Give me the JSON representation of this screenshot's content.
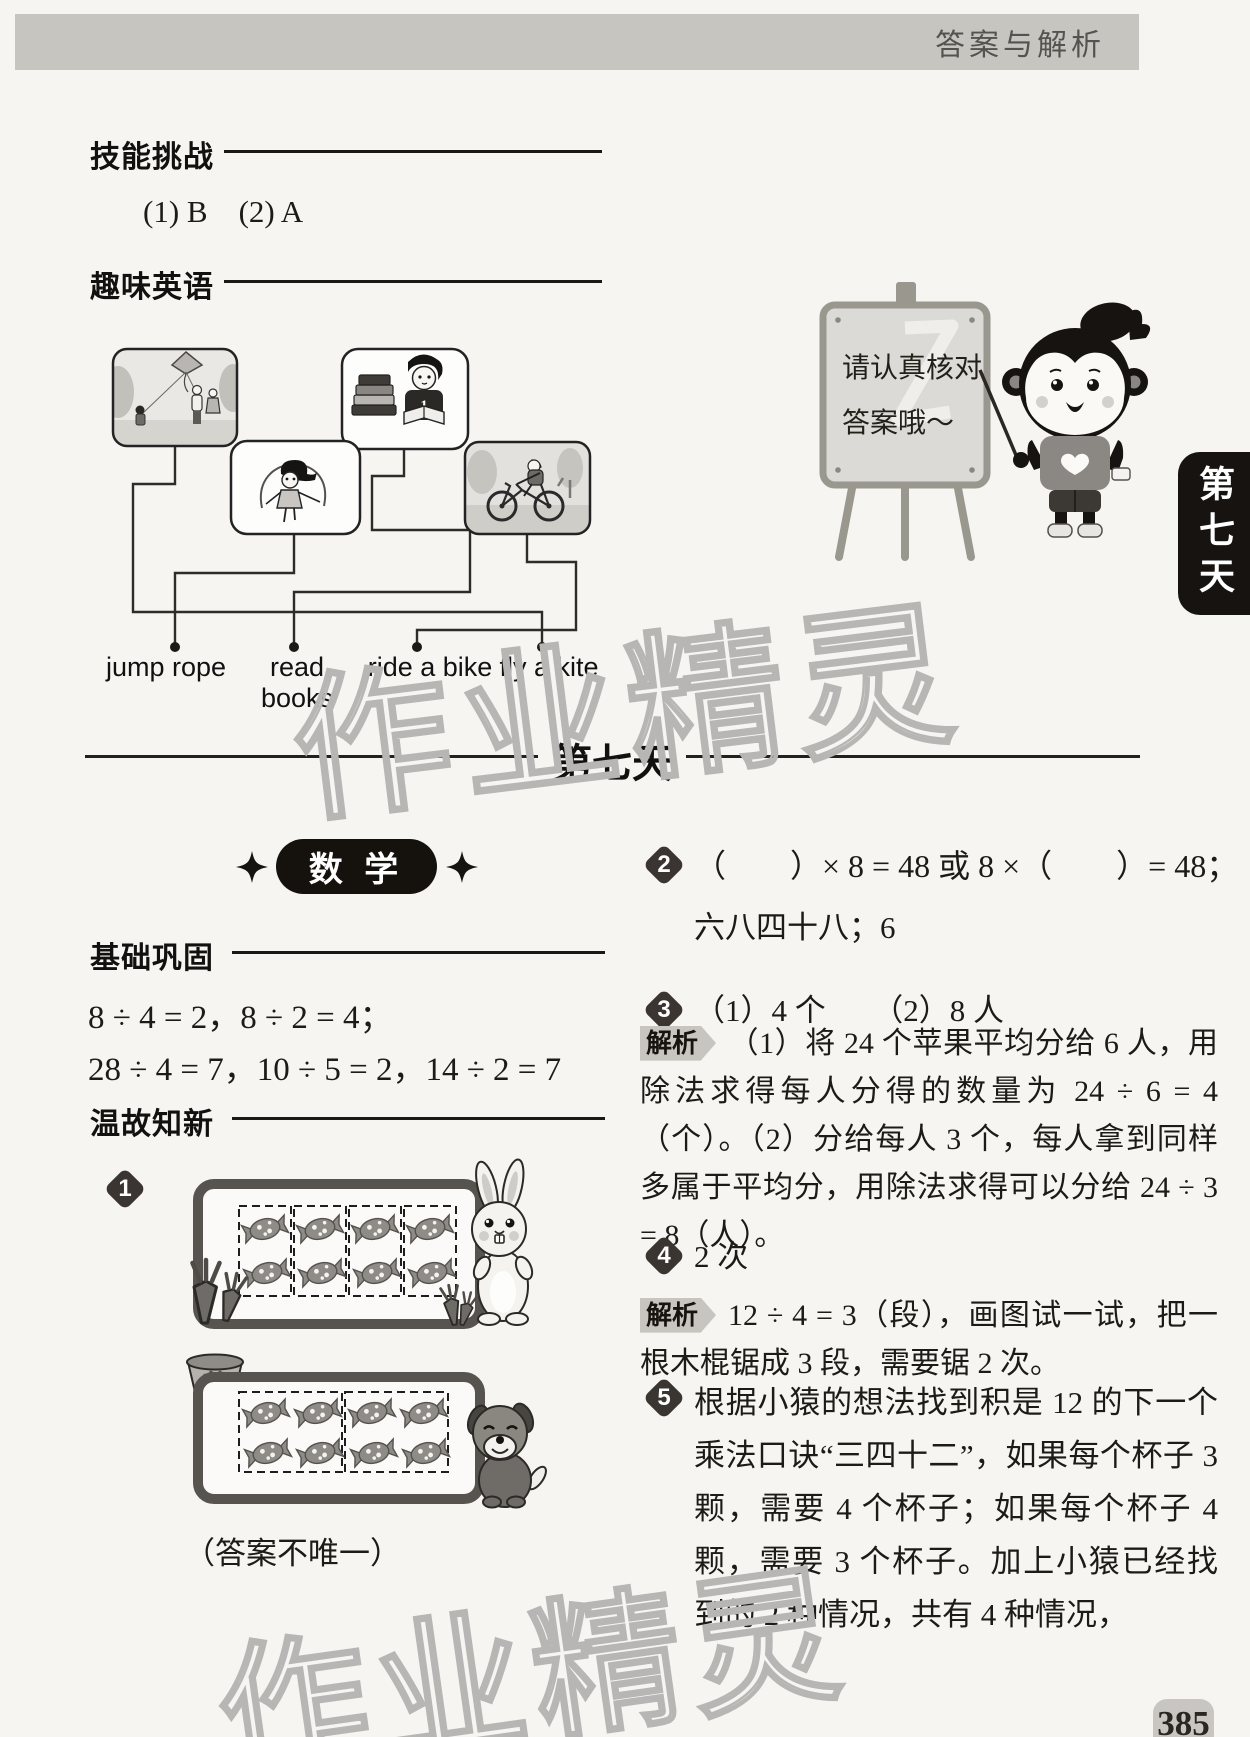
{
  "page": {
    "header": "答案与解析",
    "side_tab": "第七天",
    "page_number": "385",
    "watermark": "作业精灵"
  },
  "mascot": {
    "board_line1": "请认真核对",
    "board_line2": "答案哦～"
  },
  "sections": {
    "skill": {
      "title": "技能挑战",
      "answer": "(1) B　(2) A"
    },
    "english": {
      "title": "趣味英语",
      "labels": [
        "jump rope",
        "read books",
        "ride a bike",
        "fly a kite"
      ]
    },
    "day_divider": "第七天",
    "math_badge": "数 学",
    "foundation": {
      "title": "基础巩固",
      "line1": "8 ÷ 4 = 2，8 ÷ 2 = 4；",
      "line2": "28 ÷ 4 = 7，10 ÷ 5 = 2，14 ÷ 2 = 7"
    },
    "review": {
      "title": "温故知新",
      "item1_number": "1",
      "note": "（答案不唯一）"
    }
  },
  "right_column": {
    "item2": {
      "number": "2",
      "line1": "（　　）× 8 = 48 或 8 ×（　　）= 48；",
      "line2": "六八四十八；6"
    },
    "item3": {
      "number": "3",
      "answer": "（1）4 个　　（2）8 人"
    },
    "analysis3": {
      "label": "解析",
      "text": "（1）将 24 个苹果平均分给 6 人，用除法求得每人分得的数量为 24 ÷ 6 = 4（个）。（2）分给每人 3 个，每人拿到同样多属于平均分，用除法求得可以分给 24 ÷ 3 = 8（人）。"
    },
    "item4": {
      "number": "4",
      "answer": "2 次"
    },
    "analysis4": {
      "label": "解析",
      "text": "12 ÷ 4 = 3（段），画图试一试，把一根木棍锯成 3 段，需要锯 2 次。"
    },
    "item5": {
      "number": "5",
      "text": "根据小猿的想法找到积是 12 的下一个乘法口诀“三四十二”，如果每个杯子 3 颗，需要 4 个杯子；如果每个杯子 4 颗，需要 3 个杯子。加上小猿已经找到的 2 种情况，共有 4 种情况，"
    }
  },
  "colors": {
    "page_bg": "#f6f5f2",
    "header_bar": "#c7c5c0",
    "tab_black": "#161310",
    "badge_dark": "#3a3531",
    "analysis_gray": "#c8c5c0",
    "frame_border": "#57534e",
    "candy_gray": "#8f8c87",
    "watermark_gray": "#b7b6b4"
  }
}
